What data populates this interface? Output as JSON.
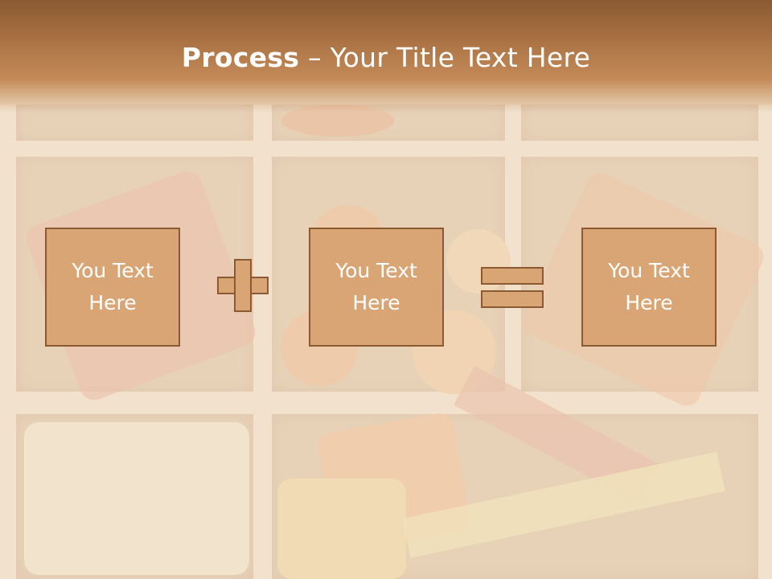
{
  "slide": {
    "title_bold": "Process",
    "title_rest": " – Your Title Text Here",
    "boxes": [
      {
        "label_line1": "You Text",
        "label_line2": "Here"
      },
      {
        "label_line1": "You Text",
        "label_line2": "Here"
      },
      {
        "label_line1": "You Text",
        "label_line2": "Here"
      }
    ],
    "operators": [
      "plus",
      "equals"
    ]
  },
  "colors": {
    "title_band": "#a66e40",
    "box_fill": "#d9a574",
    "box_border": "#8a5a32",
    "text": "#ffffff"
  }
}
